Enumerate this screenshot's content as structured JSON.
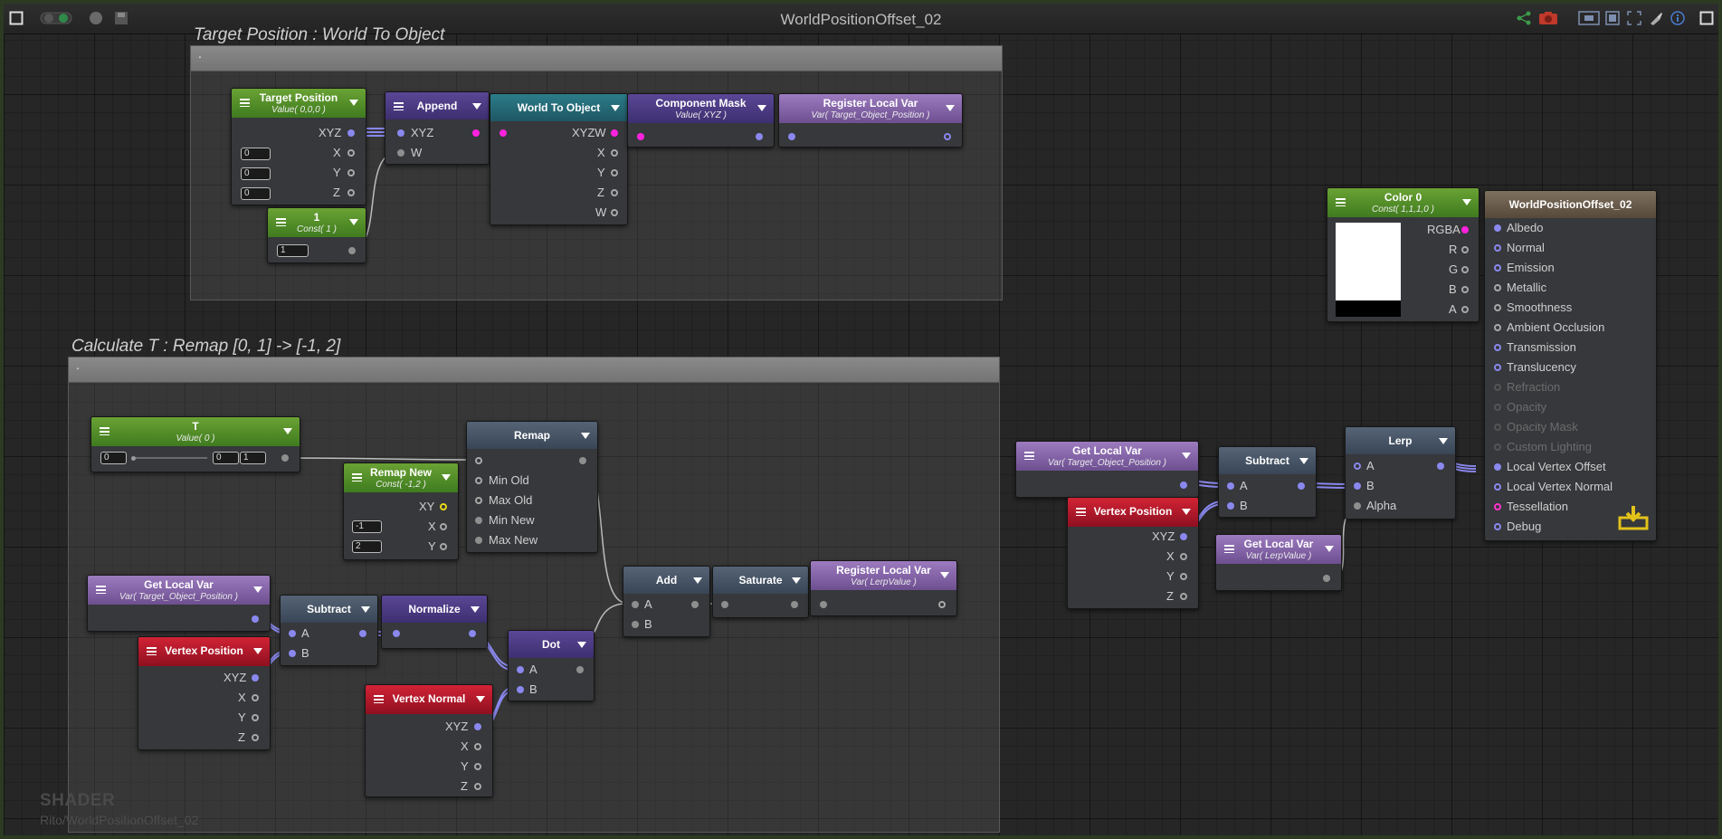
{
  "window": {
    "title": "WorldPositionOffset_02"
  },
  "toolbar_icons": [
    "layout-icon",
    "live-toggle-icon",
    "record-dot-icon",
    "save-icon",
    "share-icon",
    "camera-icon",
    "focus-icon",
    "frame-icon",
    "expand-icon",
    "brush-icon",
    "info-icon",
    "maximize-icon"
  ],
  "groups": {
    "g1": {
      "title": "Target Position : World To Object",
      "header": "."
    },
    "g2": {
      "title": "Calculate T : Remap [0, 1] -> [-1, 2]",
      "header": "."
    }
  },
  "nodes": {
    "target_position": {
      "title": "Target Position",
      "sub": "Value( 0,0,0 )",
      "outputs": [
        "XYZ",
        "X",
        "Y",
        "Z"
      ],
      "inputs": [
        "0",
        "0",
        "0"
      ]
    },
    "const1": {
      "title": "1",
      "sub": "Const( 1 )",
      "value": "1"
    },
    "append": {
      "title": "Append",
      "inputs": [
        "XYZ",
        "W"
      ]
    },
    "world_to_object": {
      "title": "World To Object",
      "outputs": [
        "XYZW",
        "X",
        "Y",
        "Z",
        "W"
      ]
    },
    "component_mask": {
      "title": "Component Mask",
      "sub": "Value( XYZ )"
    },
    "register_target": {
      "title": "Register Local Var",
      "sub": "Var( Target_Object_Position )"
    },
    "t": {
      "title": "T",
      "sub": "Value( 0 )",
      "value": "0",
      "min": "0",
      "max": "1"
    },
    "remap_new": {
      "title": "Remap New",
      "sub": "Const( -1,2 )",
      "outputs": [
        "XY",
        "X",
        "Y"
      ],
      "inputs": [
        "-1",
        "2"
      ]
    },
    "remap": {
      "title": "Remap",
      "inputs": [
        "Min Old",
        "Max Old",
        "Min New",
        "Max New"
      ]
    },
    "get_local_1": {
      "title": "Get Local Var",
      "sub": "Var( Target_Object_Position )"
    },
    "subtract_1": {
      "title": "Subtract",
      "inputs": [
        "A",
        "B"
      ]
    },
    "normalize": {
      "title": "Normalize"
    },
    "vertex_position_1": {
      "title": "Vertex Position",
      "outputs": [
        "XYZ",
        "X",
        "Y",
        "Z"
      ]
    },
    "dot": {
      "title": "Dot",
      "inputs": [
        "A",
        "B"
      ]
    },
    "vertex_normal": {
      "title": "Vertex Normal",
      "outputs": [
        "XYZ",
        "X",
        "Y",
        "Z"
      ]
    },
    "add": {
      "title": "Add",
      "inputs": [
        "A",
        "B"
      ]
    },
    "saturate": {
      "title": "Saturate"
    },
    "register_lerp": {
      "title": "Register Local Var",
      "sub": "Var( LerpValue )"
    },
    "color0": {
      "title": "Color 0",
      "sub": "Const( 1,1,1,0 )",
      "outputs": [
        "RGBA",
        "R",
        "G",
        "B",
        "A"
      ],
      "swatch": "#ffffff"
    },
    "output": {
      "title": "WorldPositionOffset_02",
      "inputs": [
        "Albedo",
        "Normal",
        "Emission",
        "Metallic",
        "Smoothness",
        "Ambient Occlusion",
        "Transmission",
        "Translucency",
        "Refraction",
        "Opacity",
        "Opacity Mask",
        "Custom Lighting",
        "Local Vertex Offset",
        "Local Vertex Normal",
        "Tessellation",
        "Debug"
      ]
    },
    "get_local_2": {
      "title": "Get Local Var",
      "sub": "Var( Target_Object_Position )"
    },
    "subtract_2": {
      "title": "Subtract",
      "inputs": [
        "A",
        "B"
      ]
    },
    "lerp": {
      "title": "Lerp",
      "inputs": [
        "A",
        "B",
        "Alpha"
      ]
    },
    "vertex_position_2": {
      "title": "Vertex Position",
      "outputs": [
        "XYZ",
        "X",
        "Y",
        "Z"
      ]
    },
    "get_local_lerp": {
      "title": "Get Local Var",
      "sub": "Var( LerpValue )"
    }
  },
  "watermark": {
    "line1": "SHADER",
    "line2": "Rito/WorldPositionOffset_02"
  },
  "colors": {
    "window_border": "#2c3a22",
    "port_blue": "#8a88ee",
    "port_magenta": "#ff22dd",
    "wire": "#8a88ee"
  }
}
